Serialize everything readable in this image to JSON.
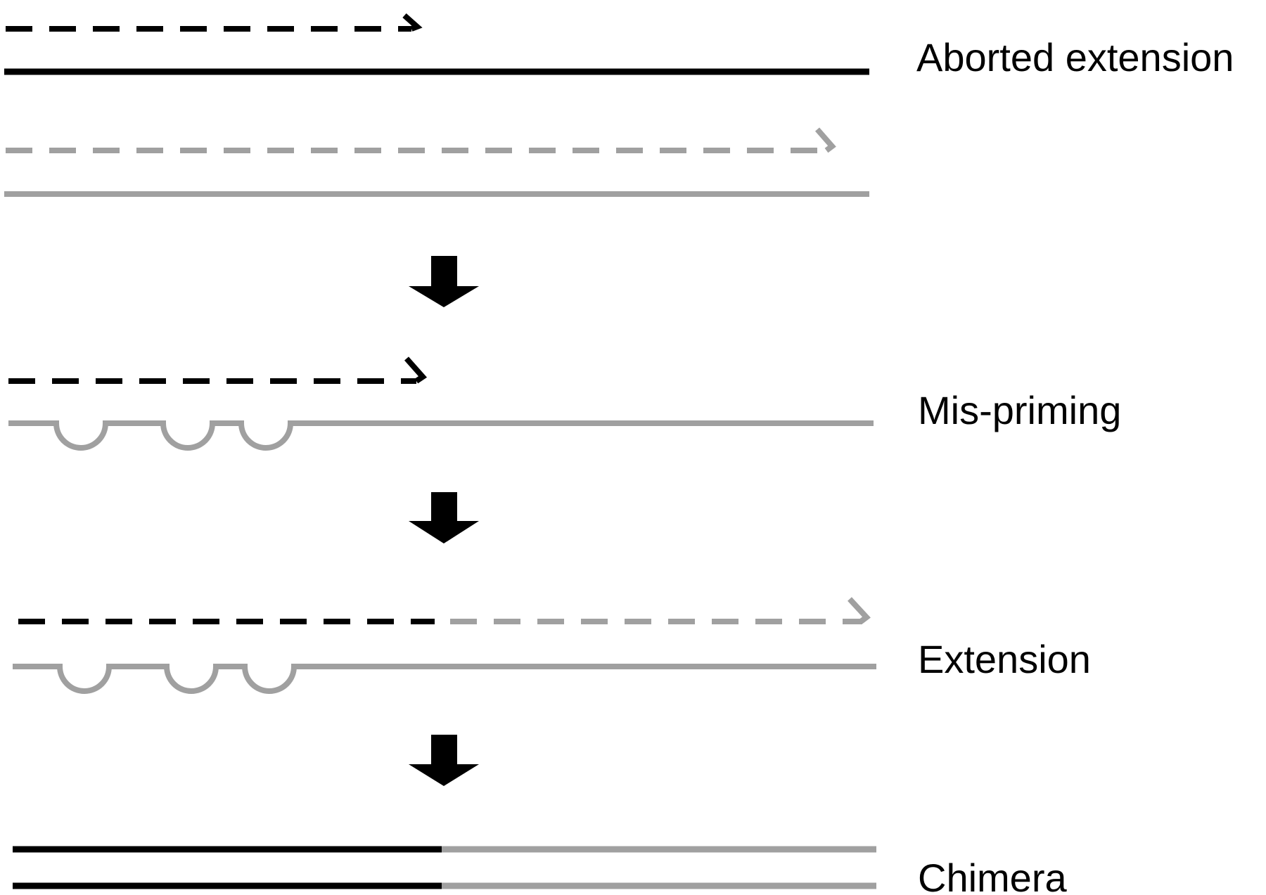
{
  "colors": {
    "template_a": "#000000",
    "template_b": "#a0a0a0",
    "arrow": "#000000",
    "background": "#ffffff"
  },
  "steps": [
    {
      "label": "Aborted extension"
    },
    {
      "label": "Mis-priming"
    },
    {
      "label": "Extension"
    },
    {
      "label": "Chimera"
    }
  ],
  "icons": {
    "step_arrow": "down-arrow-icon",
    "strand_end": "half-arrowhead-icon"
  }
}
